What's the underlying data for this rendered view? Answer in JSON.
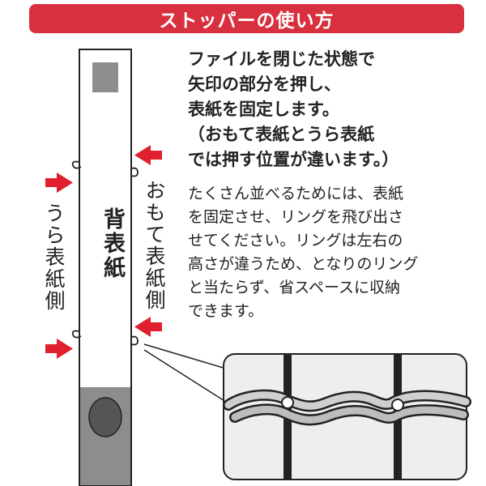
{
  "header": {
    "title": "ストッパーの使い方"
  },
  "main_text": {
    "lines": [
      "ファイルを閉じた状態で",
      "矢印の部分を押し、",
      "表紙を固定します。",
      "（おもて表紙とうら表紙",
      "では押す位置が違います。）"
    ]
  },
  "sub_text": {
    "lines": [
      "たくさん並べるためには、表紙",
      "を固定させ、リングを飛び出さ",
      "せてください。リングは左右の",
      "高さが違うため、となりのリング",
      "と当たらず、省スペースに収納",
      "できます。"
    ]
  },
  "diagram": {
    "spine_label": "背表紙",
    "front_label": "おもて表紙側",
    "back_label": "うら表紙側"
  },
  "colors": {
    "accent": "#d9303f",
    "arrow": "#e0202e",
    "spine_gray": "#8d8d8d",
    "zoom_bg": "#eeeeee"
  }
}
